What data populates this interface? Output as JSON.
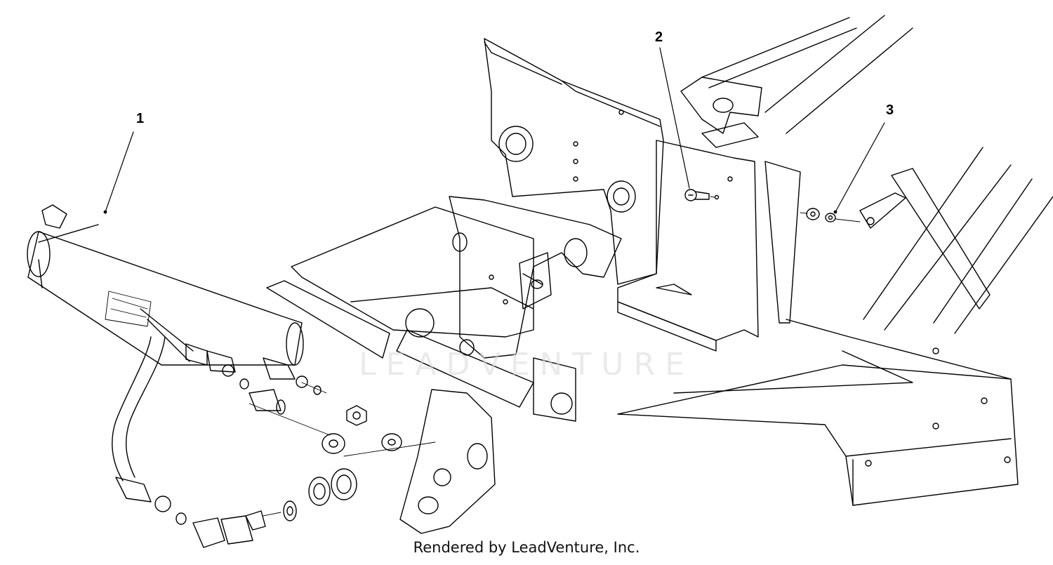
{
  "callouts": {
    "c1": "1",
    "c2": "2",
    "c3": "3"
  },
  "watermark": "LEADVENTURE",
  "credit": "Rendered by LeadVenture, Inc.",
  "colors": {
    "line": "#000000",
    "background": "#ffffff",
    "watermark": "#d9d9d9"
  }
}
